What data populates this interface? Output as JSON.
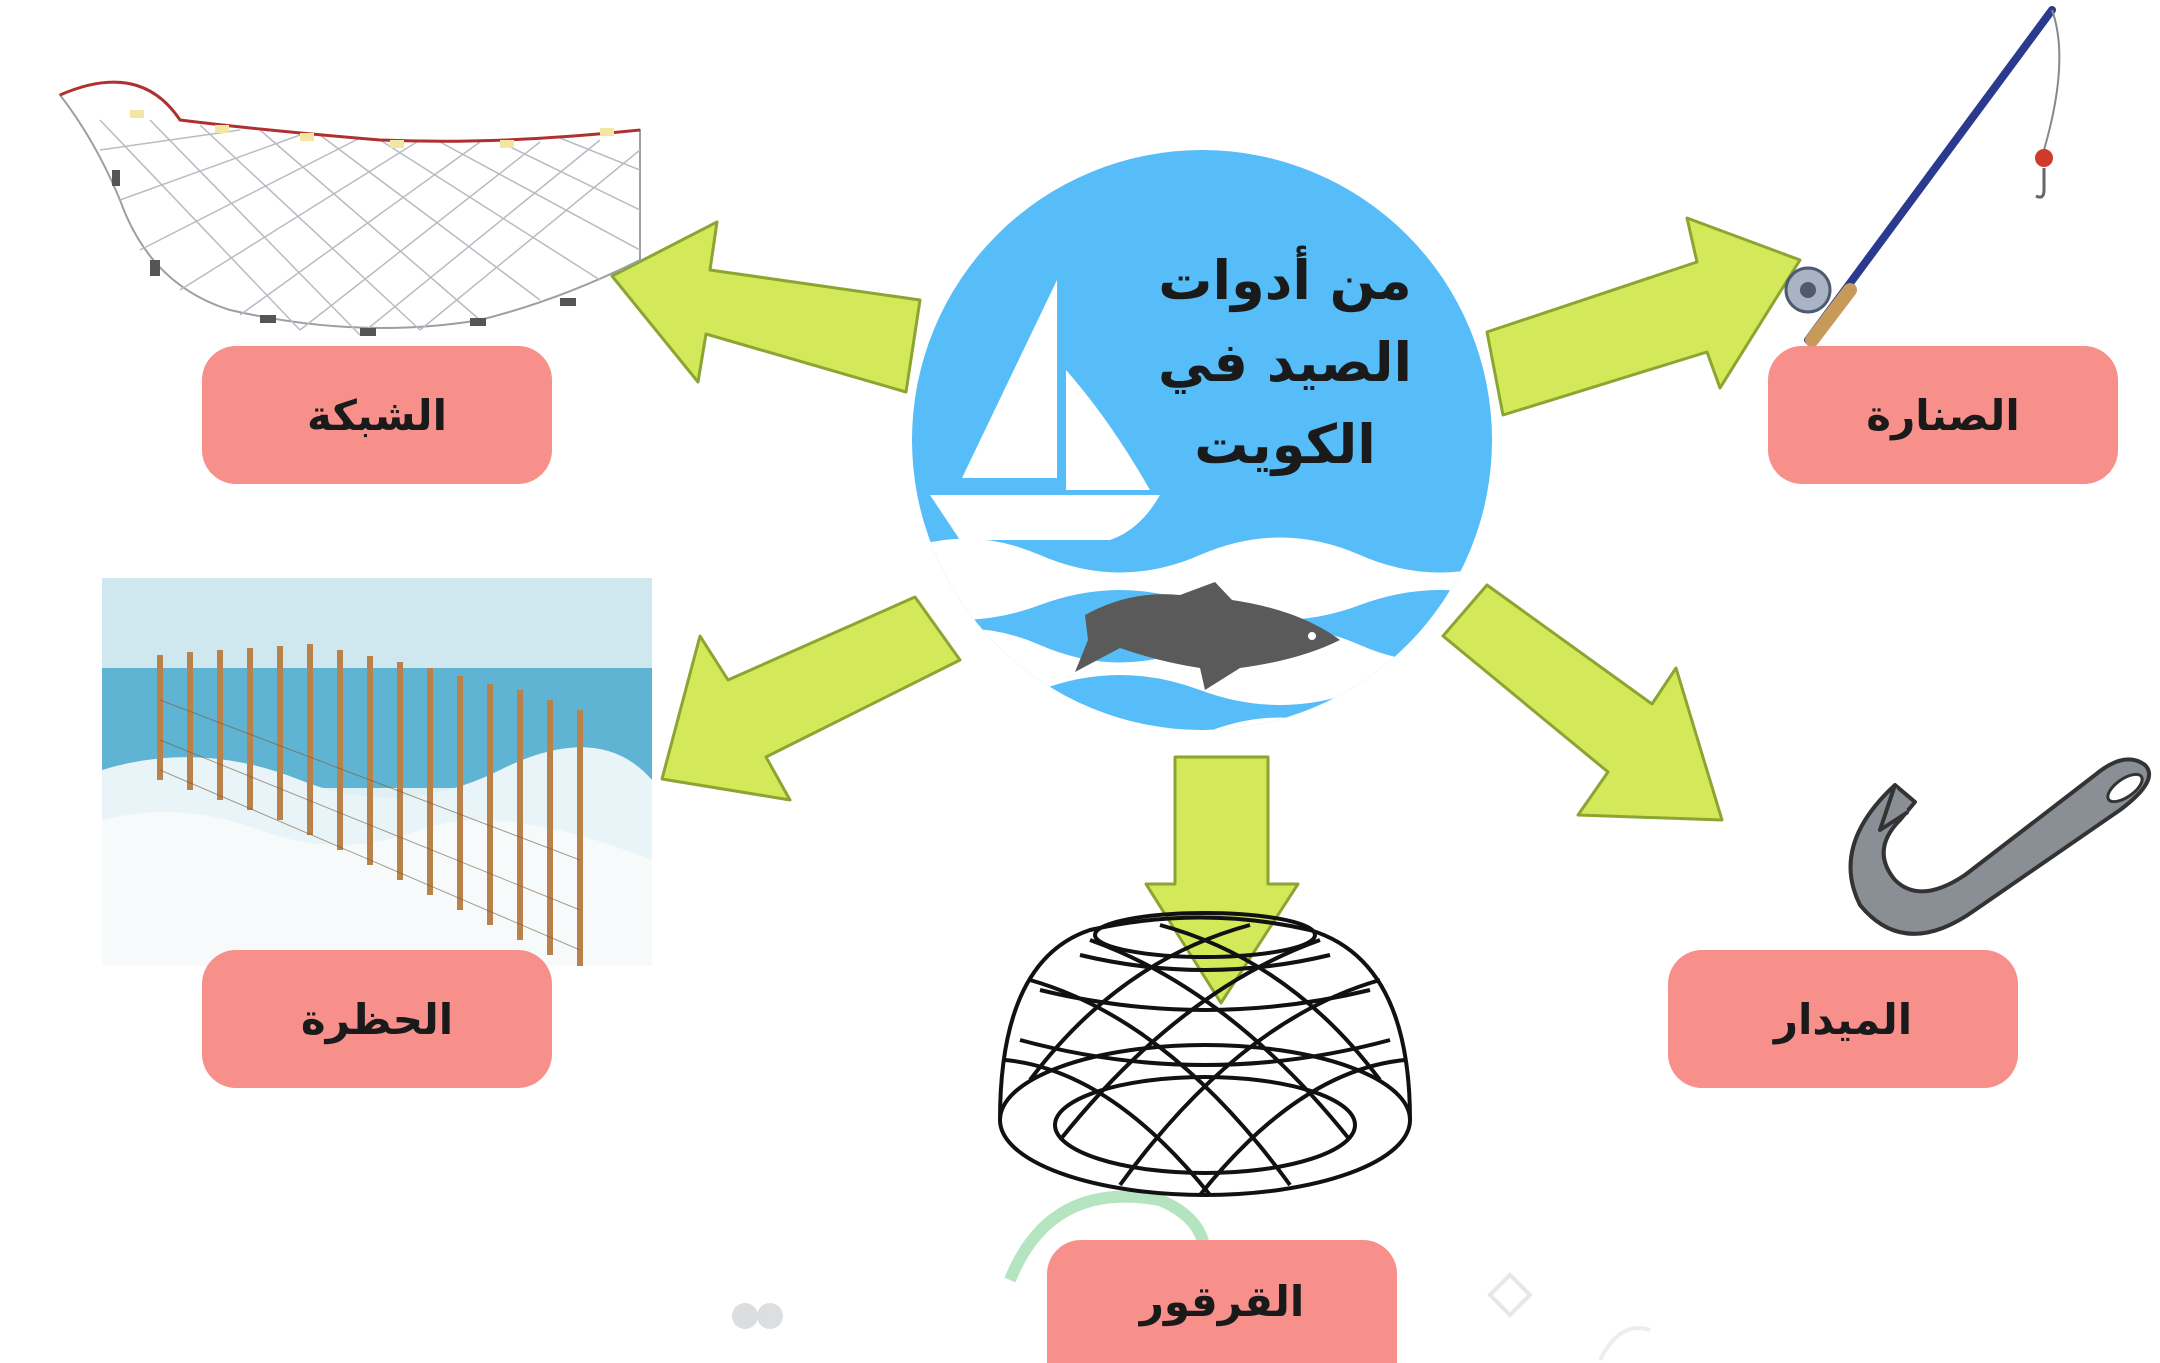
{
  "center": {
    "title_lines": [
      "من أدوات",
      "الصيد في",
      "الكويت"
    ],
    "colors": {
      "circle": "#56bdf8",
      "fish": "#5a5a5a",
      "boat": "#ffffff"
    }
  },
  "arrow_color": "#d4e95a",
  "label_color": "#f7908b",
  "tools": {
    "net": {
      "label": "الشبكة",
      "icon": "fishing-net"
    },
    "rod": {
      "label": "الصنارة",
      "icon": "fishing-rod"
    },
    "hadra": {
      "label": "الحظرة",
      "icon": "tidal-fish-trap"
    },
    "hook": {
      "label": "الميدار",
      "icon": "fish-hook"
    },
    "gargoor": {
      "label": "القرقور",
      "icon": "fish-trap-cage"
    }
  }
}
